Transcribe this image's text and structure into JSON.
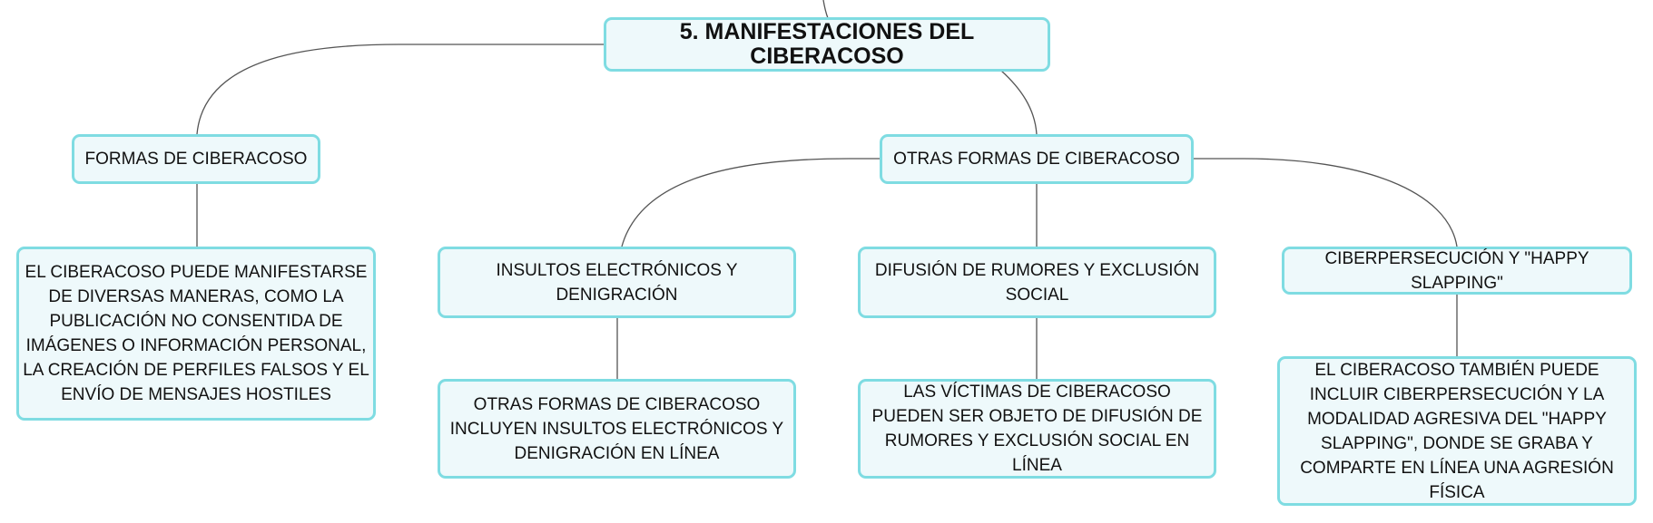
{
  "map": {
    "root": "5. MANIFESTACIONES DEL CIBERACOSO",
    "formas": {
      "title": "FORMAS DE CIBERACOSO",
      "detail": "EL CIBERACOSO PUEDE MANIFESTARSE DE DIVERSAS MANERAS, COMO LA PUBLICACIÓN NO CONSENTIDA DE IMÁGENES O INFORMACIÓN PERSONAL, LA CREACIÓN DE PERFILES FALSOS Y EL ENVÍO DE MENSAJES HOSTILES"
    },
    "otras": {
      "title": "OTRAS FORMAS DE CIBERACOSO",
      "insultos": {
        "title": "INSULTOS ELECTRÓNICOS Y DENIGRACIÓN",
        "detail": "OTRAS FORMAS DE CIBERACOSO INCLUYEN INSULTOS ELECTRÓNICOS Y DENIGRACIÓN EN LÍNEA"
      },
      "rumores": {
        "title": "DIFUSIÓN DE RUMORES Y EXCLUSIÓN SOCIAL",
        "detail": "LAS VÍCTIMAS DE CIBERACOSO PUEDEN SER OBJETO DE DIFUSIÓN DE RUMORES Y EXCLUSIÓN SOCIAL EN LÍNEA"
      },
      "persecucion": {
        "title": "CIBERPERSECUCIÓN Y \"HAPPY SLAPPING\"",
        "detail": "EL CIBERACOSO TAMBIÉN PUEDE INCLUIR CIBERPERSECUCIÓN Y LA MODALIDAD AGRESIVA DEL \"HAPPY SLAPPING\", DONDE SE GRABA Y COMPARTE EN LÍNEA UNA AGRESIÓN FÍSICA"
      }
    }
  }
}
